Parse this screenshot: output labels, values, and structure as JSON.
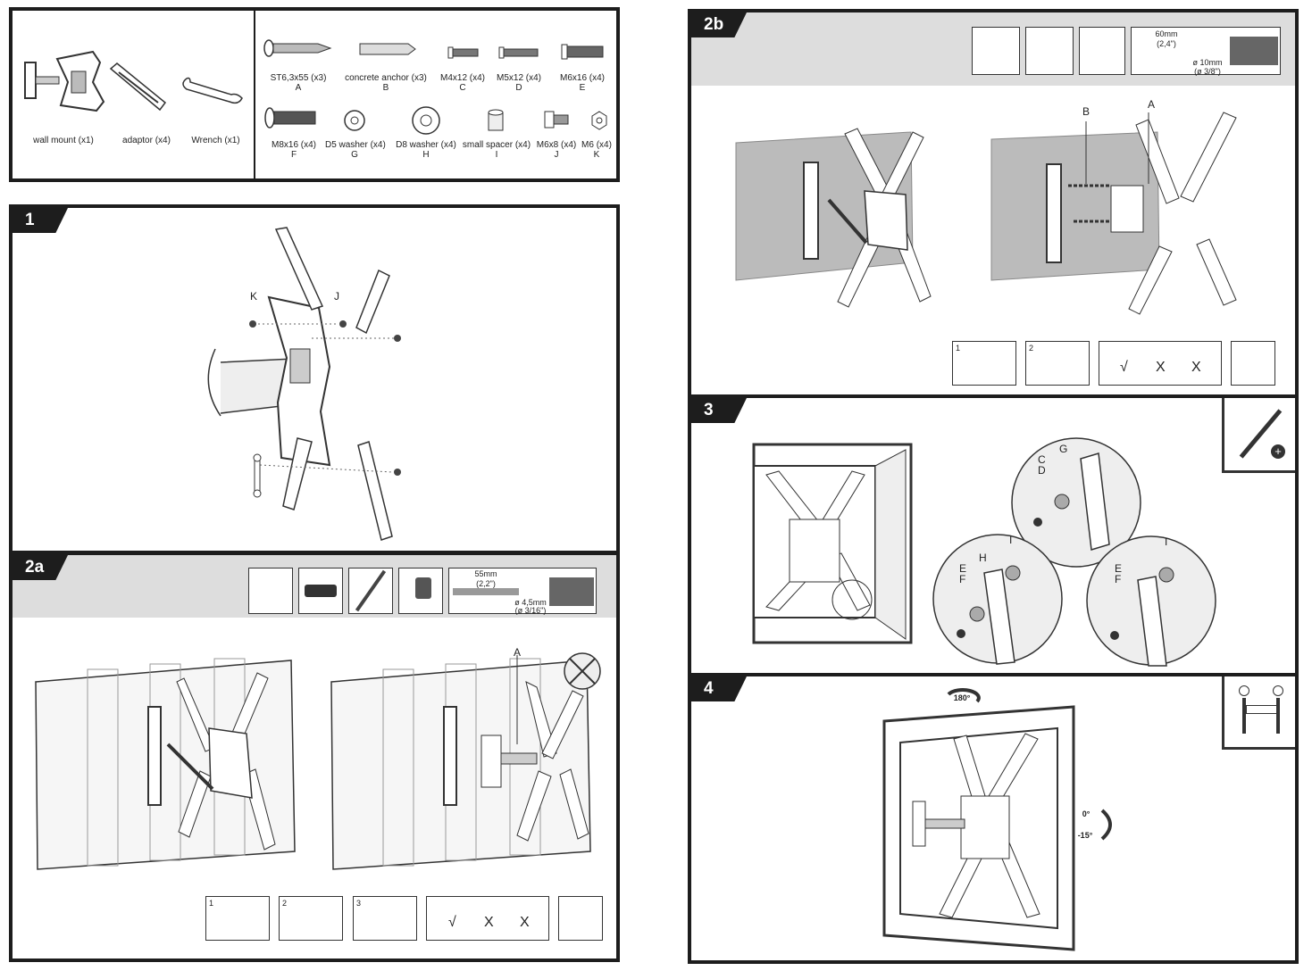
{
  "parts": {
    "left": [
      {
        "name": "wall mount  (x1)"
      },
      {
        "name": "adaptor (x4)"
      },
      {
        "name": "Wrench (x1)"
      }
    ],
    "right_row1": [
      {
        "name": "ST6,3x55 (x3)",
        "code": "A"
      },
      {
        "name": "concrete anchor (x3)",
        "code": "B"
      },
      {
        "name": "M4x12 (x4)",
        "code": "C"
      },
      {
        "name": "M5x12 (x4)",
        "code": "D"
      },
      {
        "name": "M6x16 (x4)",
        "code": "E"
      }
    ],
    "right_row2": [
      {
        "name": "M8x16 (x4)",
        "code": "F"
      },
      {
        "name": "D5 washer (x4)",
        "code": "G"
      },
      {
        "name": "D8 washer (x4)",
        "code": "H"
      },
      {
        "name": "small spacer (x4)",
        "code": "I"
      },
      {
        "name": "M6x8 (x4)",
        "code": "J"
      },
      {
        "name": "M6 (x4)",
        "code": "K"
      }
    ]
  },
  "steps": {
    "s1": {
      "label": "1",
      "k": "K",
      "j": "J"
    },
    "s2a": {
      "label": "2a",
      "drill_depth": "55mm",
      "drill_depth_in": "(2,2\")",
      "bit": "ø 4,5mm",
      "bit_in": "(ø 3/16\")",
      "point": "A",
      "subs": [
        "1",
        "2",
        "3"
      ],
      "check": "√",
      "x1": "X",
      "x2": "X"
    },
    "s2b": {
      "label": "2b",
      "drill_depth": "60mm",
      "drill_depth_in": "(2,4\")",
      "bit": "ø 10mm",
      "bit_in": "(ø 3/8\")",
      "point_a": "A",
      "point_b": "B",
      "subs": [
        "1",
        "2"
      ],
      "check": "√",
      "x1": "X",
      "x2": "X"
    },
    "s3": {
      "label": "3",
      "c": "C",
      "d": "D",
      "g": "G",
      "h": "H",
      "e": "E",
      "f": "F",
      "i": "I",
      "e2": "E",
      "f2": "F",
      "i2": "I"
    },
    "s4": {
      "label": "4",
      "rotate": "180°",
      "tilt_top": "0°",
      "tilt_bottom": "-15°"
    }
  }
}
